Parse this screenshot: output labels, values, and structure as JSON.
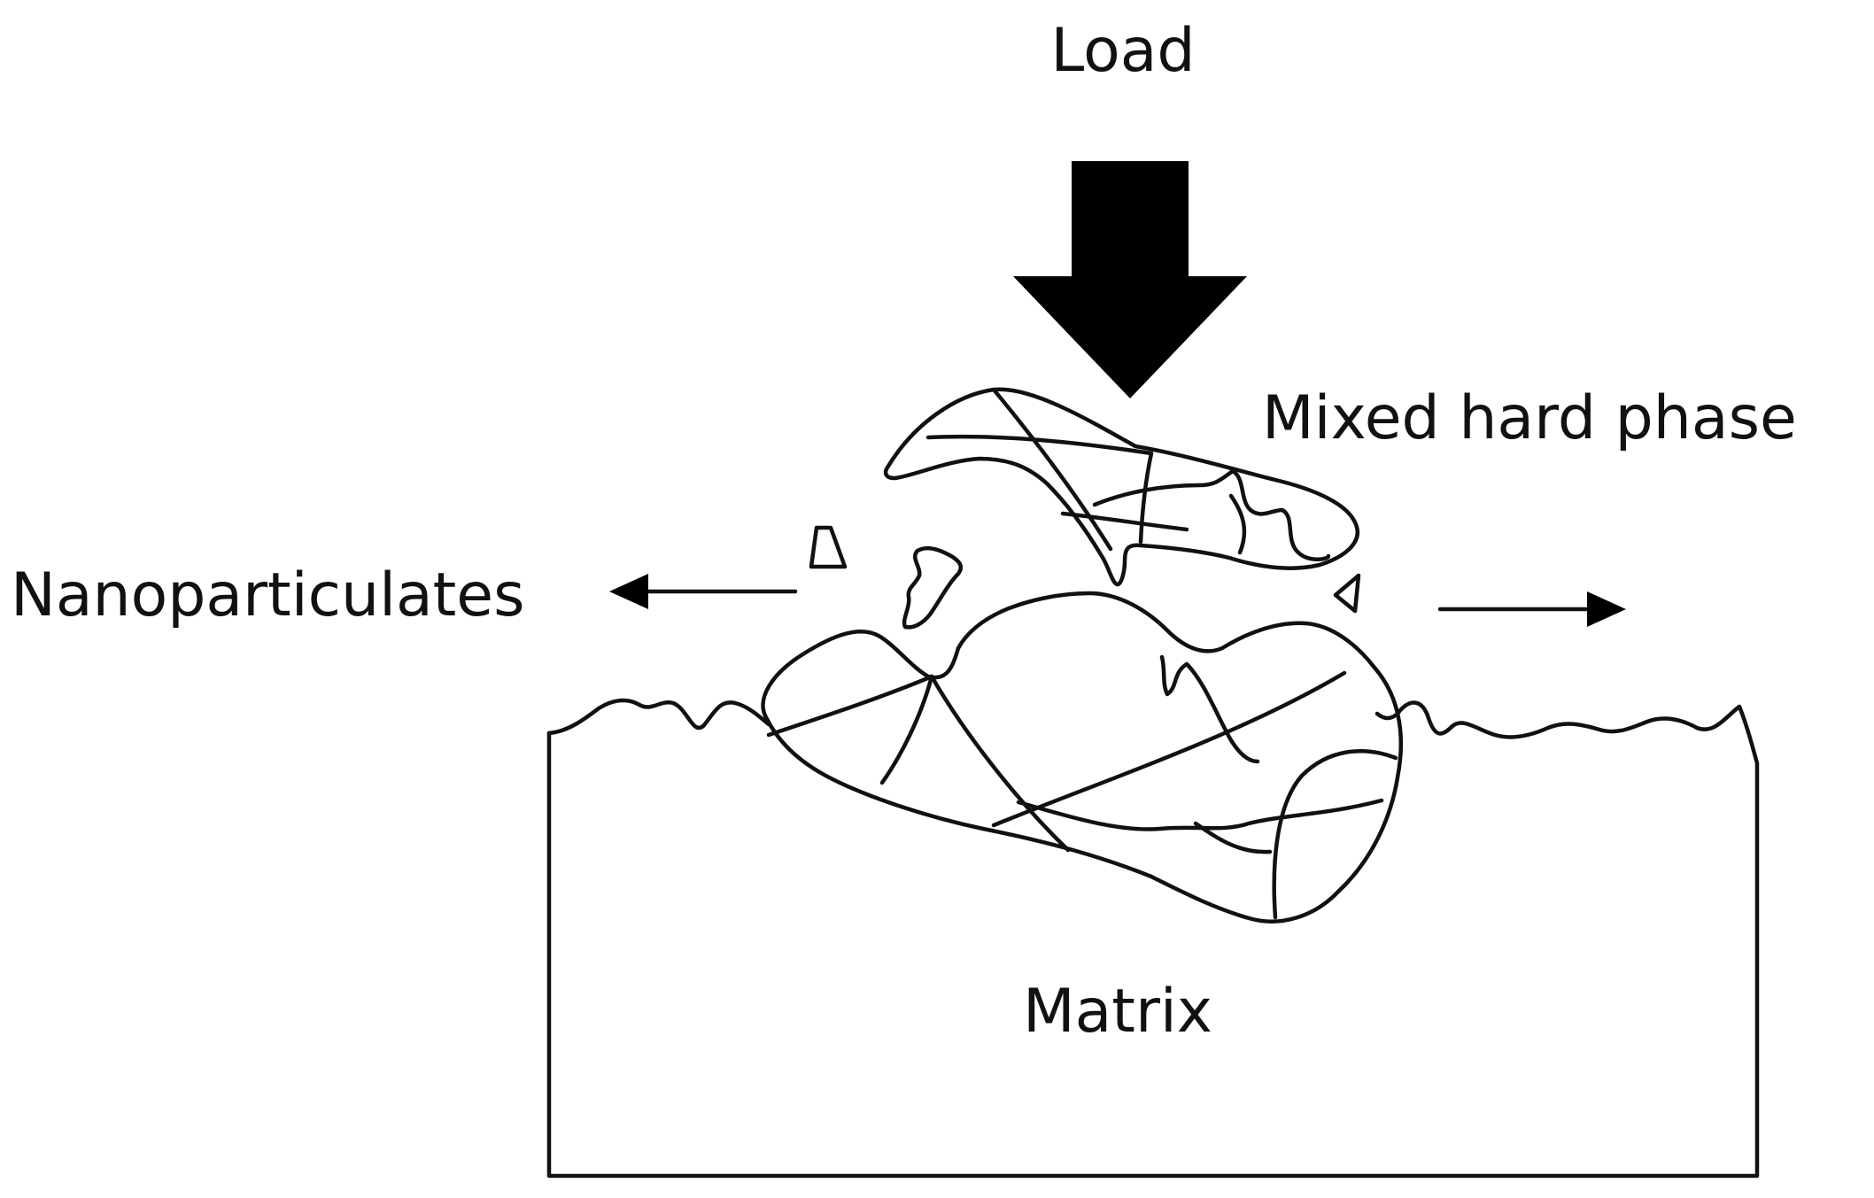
{
  "labels": {
    "load": "Load",
    "mixed_hard_phase": "Mixed hard phase",
    "nanoparticulates": "Nanoparticulates",
    "matrix": "Matrix"
  },
  "colors": {
    "ink": "#111111",
    "background": "#ffffff"
  }
}
